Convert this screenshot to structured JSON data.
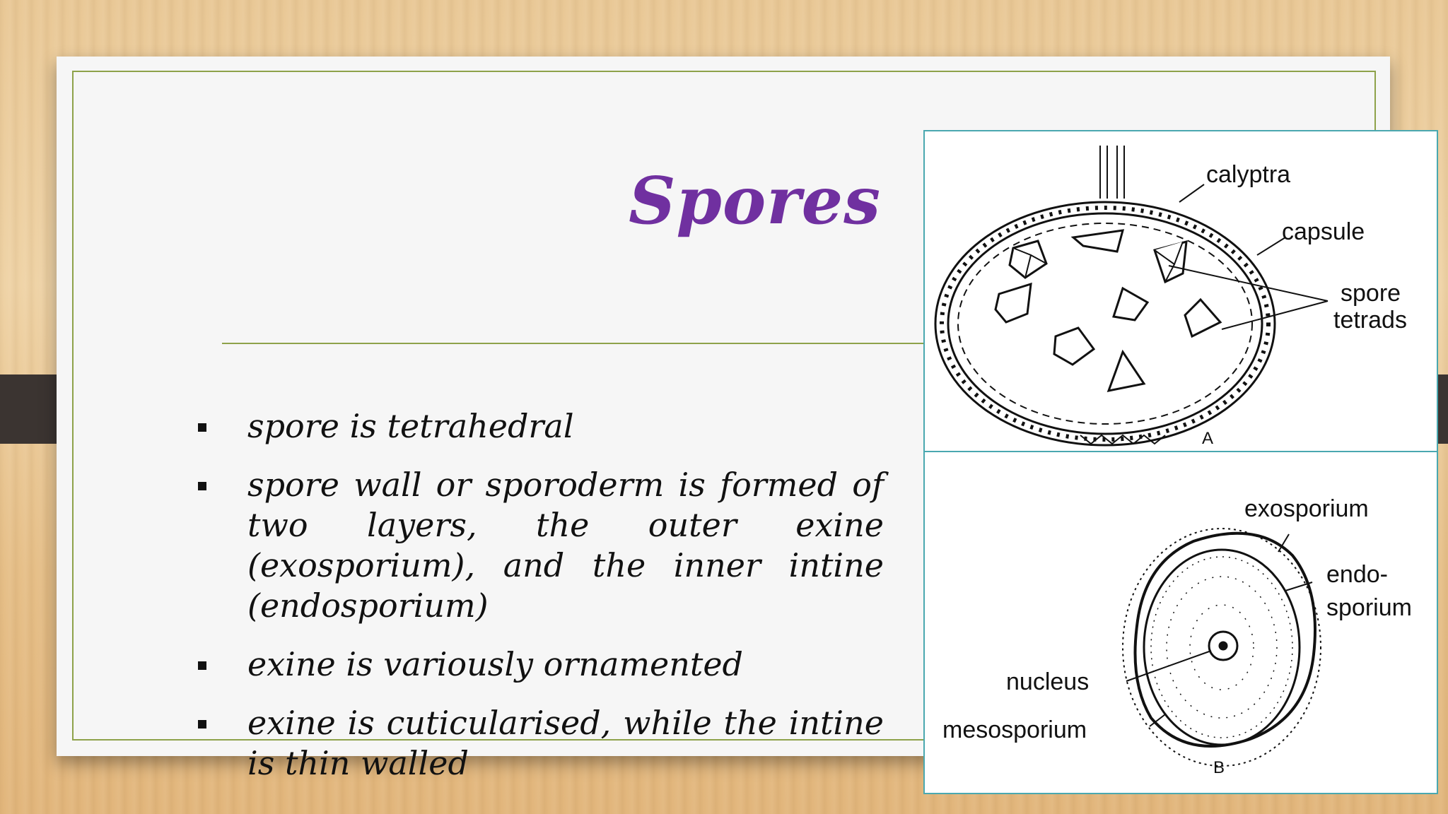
{
  "slide": {
    "title": "Spores",
    "bullets": [
      "spore is tetrahedral",
      "spore wall or sporoderm is formed of two layers, the outer exine (exosporium), and the inner intine (endosporium)",
      "exine is variously ornamented",
      "exine is cuticularised, while the intine is thin walled"
    ]
  },
  "figure": {
    "panel_a": {
      "letter": "A",
      "labels": {
        "calyptra": "calyptra",
        "capsule": "capsule",
        "spore_line1": "spore",
        "spore_line2": "tetrads"
      }
    },
    "panel_b": {
      "letter": "B",
      "labels": {
        "exosporium": "exosporium",
        "endo_line1": "endo-",
        "endo_line2": "sporium",
        "nucleus": "nucleus",
        "mesosporium": "mesosporium"
      }
    }
  },
  "colors": {
    "title": "#7030a0",
    "frame_green": "#8ea24a",
    "figure_border": "#4aa8b0",
    "strap": "#3b3431"
  }
}
